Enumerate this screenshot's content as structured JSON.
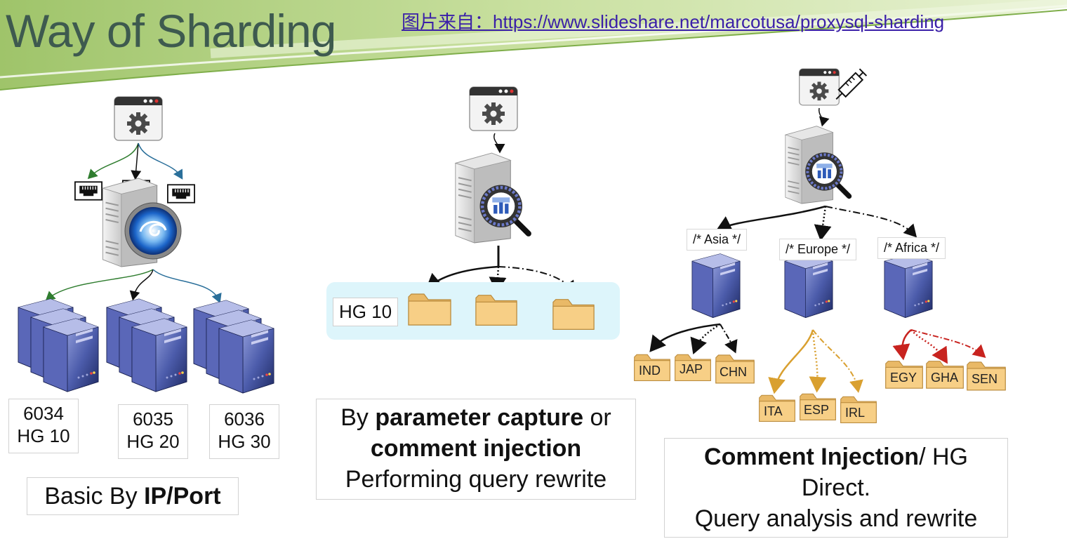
{
  "title": "Way of Sharding",
  "source": "图片来自：https://www.slideshare.net/marcotusa/proxysql-sharding",
  "panel1": {
    "ports": [
      {
        "port": "6034",
        "hg": "HG 10"
      },
      {
        "port": "6035",
        "hg": "HG 20"
      },
      {
        "port": "6036",
        "hg": "HG 30"
      }
    ],
    "caption_pre": "Basic By ",
    "caption_bold": "IP/Port"
  },
  "panel2": {
    "hostgroup": "HG 10",
    "caption_1": "By ",
    "caption_bold_1": "parameter capture",
    "caption_2": " or",
    "caption_bold_2": "comment injection",
    "caption_3": "Performing query rewrite"
  },
  "panel3": {
    "tags": [
      "/* Asia */",
      "/* Europe */",
      "/* Africa */"
    ],
    "asia": [
      "IND",
      "JAP",
      "CHN"
    ],
    "europe": [
      "ITA",
      "ESP",
      "IRL"
    ],
    "africa": [
      "EGY",
      "GHA",
      "SEN"
    ],
    "caption_bold": "Comment Injection",
    "caption_1": "/ HG",
    "caption_2": "Direct.",
    "caption_3": "Query analysis and rewrite"
  },
  "colors": {
    "title": "#3e5a4f",
    "banner": "#a9c97a",
    "folder": "#f7cf86",
    "pool": "#ddf5fb",
    "server_blue": "#4a58a8",
    "europe_arrow": "#d9a030",
    "africa_arrow": "#c8231f"
  }
}
